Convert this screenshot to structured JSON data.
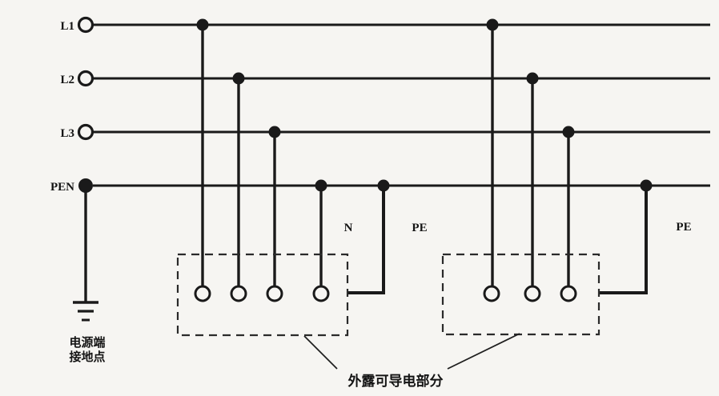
{
  "colors": {
    "line": "#1a1a1a",
    "background": "#f6f5f2"
  },
  "buses": [
    {
      "id": "l1",
      "label": "L1"
    },
    {
      "id": "l2",
      "label": "L2"
    },
    {
      "id": "l3",
      "label": "L3"
    },
    {
      "id": "pen",
      "label": "PEN"
    }
  ],
  "conductor_labels": {
    "neutral": "N",
    "pe_left": "PE",
    "pe_right": "PE"
  },
  "annotations": {
    "source_earthing_line1": "电源端",
    "source_earthing_line2": "接地点",
    "exposed_conductive_parts": "外露可导电部分"
  }
}
